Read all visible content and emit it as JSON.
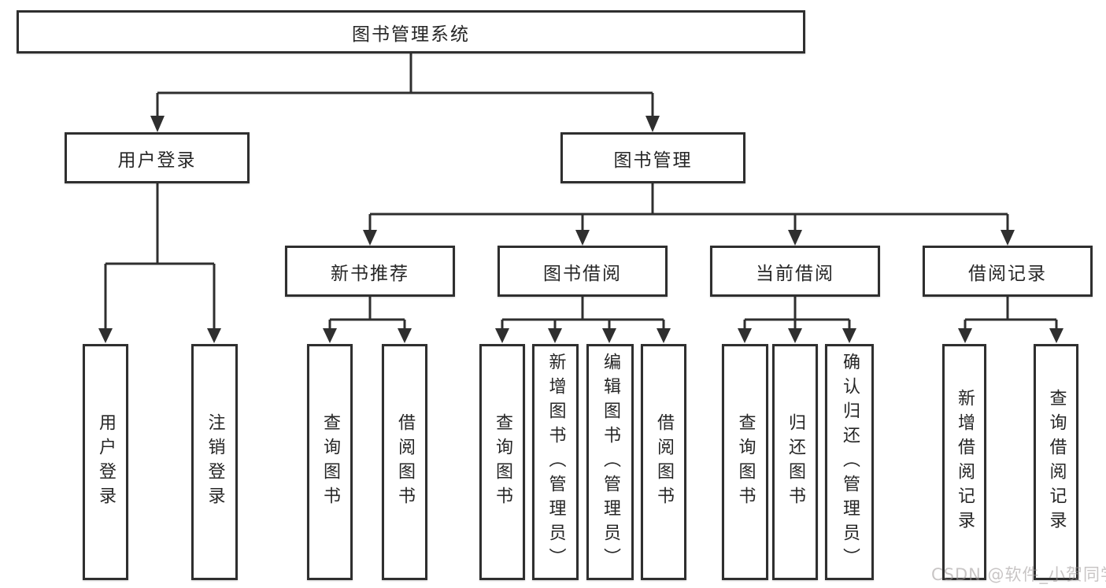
{
  "diagram": {
    "root": {
      "label": "图书管理系统"
    },
    "branches": [
      {
        "label": "用户登录",
        "children": [
          {
            "label": "用户登录"
          },
          {
            "label": "注销登录"
          }
        ]
      },
      {
        "label": "图书管理",
        "children": [
          {
            "label": "新书推荐",
            "children": [
              {
                "label": "查询图书"
              },
              {
                "label": "借阅图书"
              }
            ]
          },
          {
            "label": "图书借阅",
            "children": [
              {
                "label": "查询图书"
              },
              {
                "label": "新增图书（管理员）"
              },
              {
                "label": "编辑图书（管理员）"
              },
              {
                "label": "借阅图书"
              }
            ]
          },
          {
            "label": "当前借阅",
            "children": [
              {
                "label": "查询图书"
              },
              {
                "label": "归还图书"
              },
              {
                "label": "确认归还（管理员）"
              }
            ]
          },
          {
            "label": "借阅记录",
            "children": [
              {
                "label": "新增借阅记录"
              },
              {
                "label": "查询借阅记录"
              }
            ]
          }
        ]
      }
    ]
  },
  "watermark": {
    "text": "CSDN @软件_小贺同学"
  },
  "colors": {
    "line": "#2f2f2f",
    "box_border": "#2f2f2f",
    "text": "#262626",
    "background": "#ffffff",
    "watermark": "#c9c9c9"
  }
}
